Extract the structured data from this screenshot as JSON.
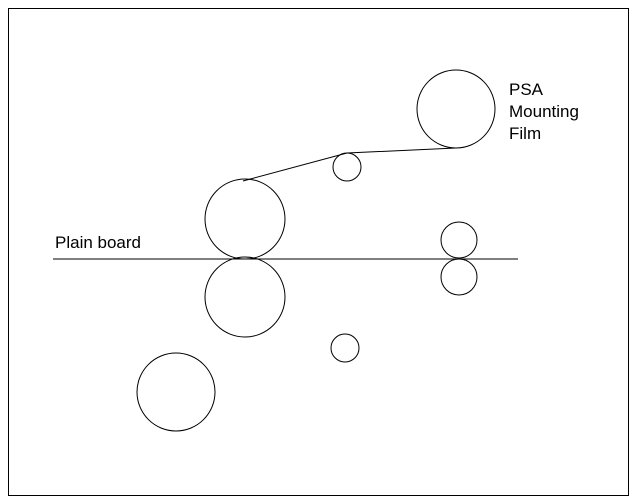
{
  "labels": {
    "film": [
      "PSA",
      "Mounting",
      "Film"
    ],
    "board": "Plain board"
  },
  "colors": {
    "stroke": "#000000",
    "background": "#ffffff"
  }
}
